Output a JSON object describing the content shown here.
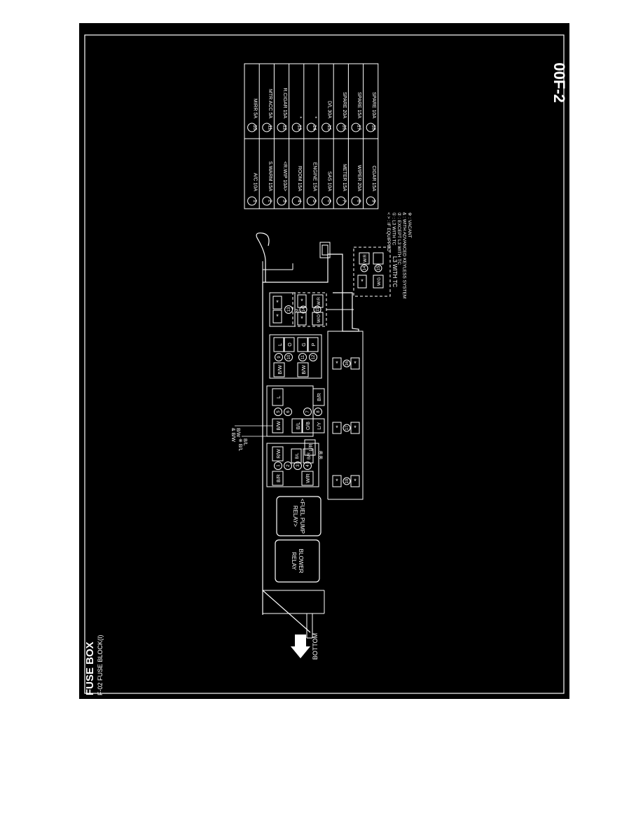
{
  "header": {
    "title": "FUSE BOX",
    "subtitle": "F-02 FUSE BLOCK(I)"
  },
  "page_code": "00F-2",
  "orientation_label": "BOTTOM",
  "relays": {
    "blower": [
      "BLOWER",
      "RELAY"
    ],
    "fuel_pump": [
      "<FUEL PUMP",
      "RELAY>"
    ]
  },
  "fuse_table": [
    {
      "num": "1",
      "label": "A/C 10A"
    },
    {
      "num": "2",
      "label": "S.WARM 15A"
    },
    {
      "num": "3",
      "label": "<R.WIP 10A>"
    },
    {
      "num": "4",
      "label": "ROOM 15A"
    },
    {
      "num": "5",
      "label": "ENGINE 15A"
    },
    {
      "num": "6",
      "label": "SAS 10A"
    },
    {
      "num": "7",
      "label": "METER 15A"
    },
    {
      "num": "8",
      "label": "WIPER 20A"
    },
    {
      "num": "9",
      "label": "CIGAR 15A"
    },
    {
      "num": "10",
      "label": "MIRR 5A"
    },
    {
      "num": "11",
      "label": "MTR ACC 5A"
    },
    {
      "num": "12",
      "label": "R.CIGAR 15A"
    },
    {
      "num": "13",
      "label": "*"
    },
    {
      "num": "14",
      "label": "*"
    },
    {
      "num": "15",
      "label": "D/L 30A"
    },
    {
      "num": "16",
      "label": "SPARE 20A"
    },
    {
      "num": "17",
      "label": "SPARE 15A"
    },
    {
      "num": "18",
      "label": "SPARE 10A"
    }
  ],
  "legend": [
    "< > : IF EQUIPPED",
    "① : L3 WITH TC",
    "② : EXCEPT L3 WITH TC",
    "& : WITH ADVANCED KEYLESS SYSTEM",
    "※ : VACANT"
  ],
  "block": {
    "upper_left_wires": [
      "B/R",
      "R/W",
      "B/L",
      "B/L",
      "B/R",
      "B/R",
      "W/R",
      "L/R"
    ],
    "upper_left_nums": [
      "1",
      "2",
      "3",
      "4"
    ],
    "upper_mid_wires": [
      "B/W",
      "L",
      "B/L",
      "O/B",
      "L/Y",
      "B/R"
    ],
    "upper_mid_nums": [
      "5",
      "6",
      "7",
      "8"
    ],
    "upper_right_wires": [
      "B/W",
      "L",
      "O",
      "B/W",
      "G",
      "P"
    ],
    "upper_right_nums": [
      "9",
      "10",
      "11",
      "12"
    ],
    "vacant_mark": "*",
    "slot_13": "13",
    "slot_14": "14",
    "slot_15": "15",
    "wire_wo": "W/O",
    "wire_wr": "W/R",
    "wire_wg": "W/G",
    "lower_nums": [
      "19",
      "17",
      "16"
    ]
  },
  "callouts": {
    "bw_pair": [
      "& B/W",
      "B/W"
    ],
    "bl_pair": [
      "※ B/L",
      "B/L"
    ],
    "double_mark": "※※",
    "circle_2": "②"
  },
  "inset_label": "L3 WITH TC"
}
